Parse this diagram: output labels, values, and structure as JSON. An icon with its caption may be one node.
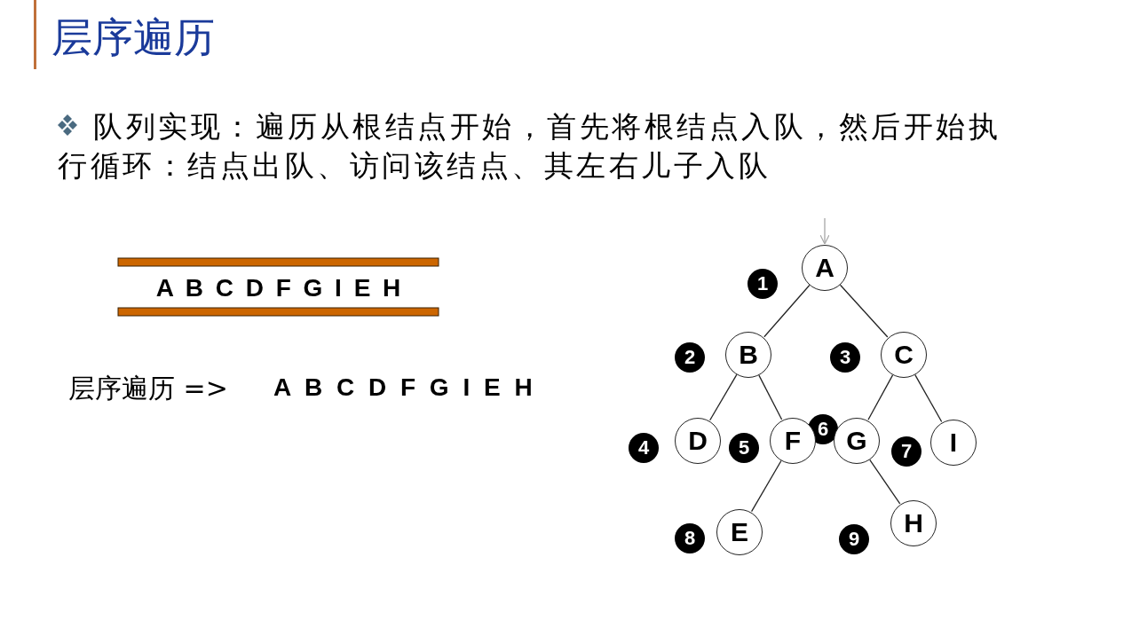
{
  "diagram": {
    "title": "层序遍历",
    "nodes": [
      {
        "text": [
          "A"
        ]
      },
      {
        "text": [
          "B"
        ]
      },
      {
        "text": [
          "C"
        ]
      },
      {
        "text": [
          "D"
        ]
      },
      {
        "text": [
          "F"
        ]
      },
      {
        "text": [
          "G"
        ]
      },
      {
        "text": [
          "I"
        ]
      },
      {
        "text": [
          "E"
        ]
      },
      {
        "text": [
          "H"
        ]
      },
      {
        "text": [
          "1"
        ]
      },
      {
        "text": [
          "2"
        ]
      },
      {
        "text": [
          "3"
        ]
      },
      {
        "text": [
          "4"
        ]
      },
      {
        "text": [
          "5"
        ]
      },
      {
        "text": [
          "6"
        ]
      },
      {
        "text": [
          "7"
        ]
      },
      {
        "text": [
          "8"
        ]
      },
      {
        "text": [
          "9"
        ]
      }
    ],
    "edges": [
      {
        "from": null,
        "to": 0,
        "arrow": "to",
        "color": "#a6a6a6"
      },
      {
        "from": 0,
        "to": 1,
        "arrow": "none"
      },
      {
        "from": 0,
        "to": 2,
        "arrow": "none"
      },
      {
        "from": 1,
        "to": 3,
        "arrow": "none"
      },
      {
        "from": 1,
        "to": 4,
        "arrow": "none"
      },
      {
        "from": 2,
        "to": 5,
        "arrow": "none"
      },
      {
        "from": 2,
        "to": 6,
        "arrow": "none"
      },
      {
        "from": 4,
        "to": 7,
        "arrow": "none"
      },
      {
        "from": 5,
        "to": 8,
        "arrow": "none"
      }
    ],
    "labels": [
      "队列实现：遍历从根结点开始，首先将根结点入队，然后开始执行循环：结点出队、访问该结点、其左右儿子入队",
      "A B C D F G I E H",
      "层序遍历 =>",
      "A B C D F G I E H"
    ]
  }
}
